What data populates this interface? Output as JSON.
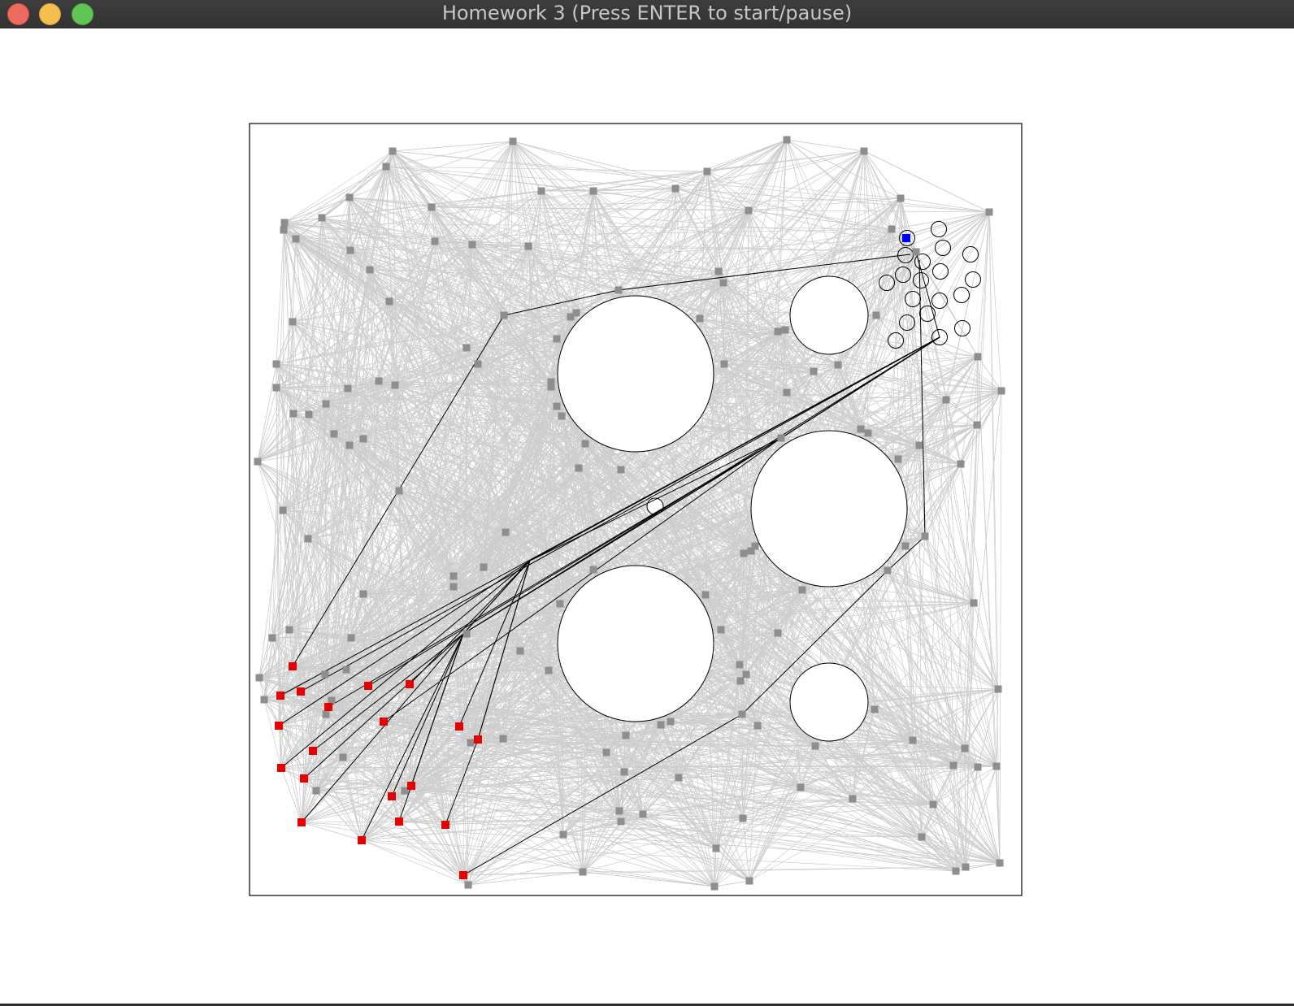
{
  "window": {
    "title": "Homework 3 (Press ENTER to start/pause)",
    "controls": [
      "close",
      "minimize",
      "zoom"
    ]
  },
  "scene": {
    "colors": {
      "background": "#ffffff",
      "roadmap_edge": "#cdcdcd",
      "roadmap_node": "#8e8e8e",
      "obstacle_stroke": "#000000",
      "path": "#000000",
      "agent": "#e60000",
      "goal": "#0000ff"
    },
    "icons": {
      "obstacle": "circle-outline",
      "roadmap_node": "gray-square",
      "agent": "red-square",
      "goal": "blue-square"
    }
  }
}
